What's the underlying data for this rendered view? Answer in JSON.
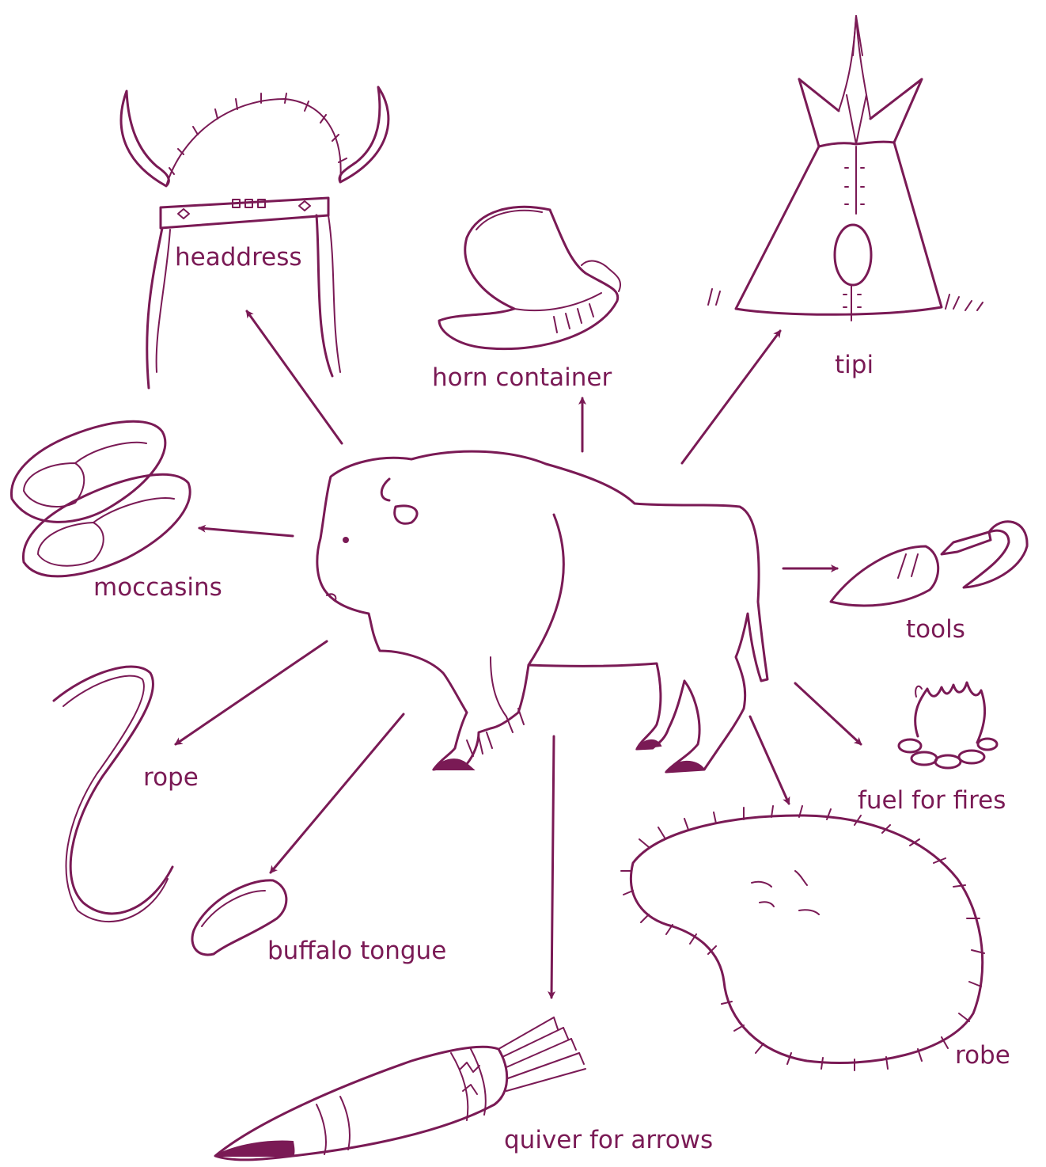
{
  "diagram": {
    "ink_color": "#7a1a55",
    "center": "buffalo",
    "labels": {
      "headdress": "headdress",
      "horn_container": "horn container",
      "tipi": "tipi",
      "moccasins": "moccasins",
      "tools": "tools",
      "rope": "rope",
      "fuel_for_fires": "fuel for fires",
      "buffalo_tongue": "buffalo tongue",
      "robe": "robe",
      "quiver_for_arrows": "quiver for arrows"
    },
    "icons": {
      "center": "buffalo-icon",
      "headdress": "headdress-icon",
      "horn_container": "horn-container-icon",
      "tipi": "tipi-icon",
      "moccasins": "moccasins-icon",
      "tools": "tools-icon",
      "rope": "rope-icon",
      "fuel_for_fires": "campfire-icon",
      "buffalo_tongue": "tongue-icon",
      "robe": "robe-icon",
      "quiver_for_arrows": "quiver-icon"
    }
  }
}
